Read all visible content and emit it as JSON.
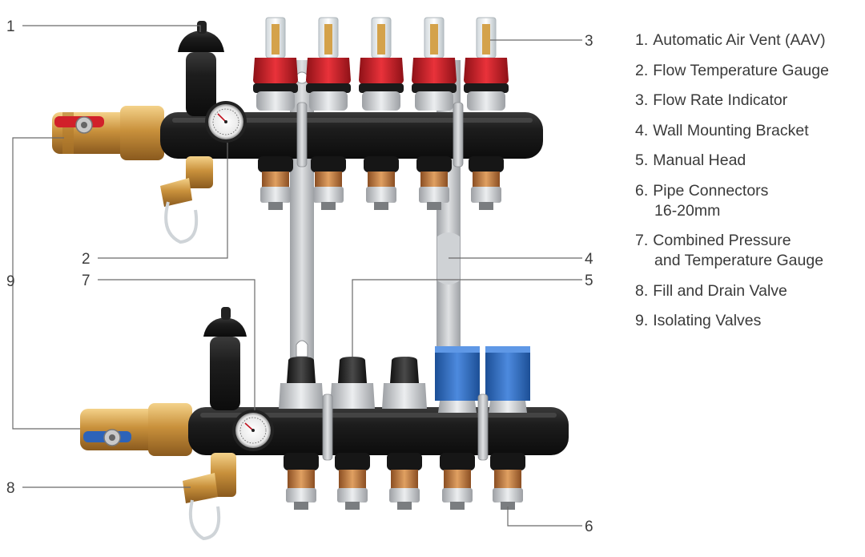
{
  "callouts": [
    "1",
    "2",
    "3",
    "4",
    "5",
    "6",
    "7",
    "8",
    "9"
  ],
  "legend": [
    {
      "num": "1.",
      "text": "Automatic Air Vent (AAV)",
      "cont": ""
    },
    {
      "num": "2.",
      "text": "Flow Temperature Gauge",
      "cont": ""
    },
    {
      "num": "3.",
      "text": "Flow Rate Indicator",
      "cont": ""
    },
    {
      "num": "4.",
      "text": "Wall Mounting Bracket",
      "cont": ""
    },
    {
      "num": "5.",
      "text": "Manual Head",
      "cont": ""
    },
    {
      "num": "6.",
      "text": "Pipe Connectors",
      "cont": "16-20mm"
    },
    {
      "num": "7.",
      "text": "Combined Pressure",
      "cont": "and Temperature Gauge"
    },
    {
      "num": "8.",
      "text": "Fill and Drain Valve",
      "cont": ""
    },
    {
      "num": "9.",
      "text": "Isolating Valves",
      "cont": ""
    }
  ],
  "colors": {
    "manifold_body": "#1c1c1c",
    "brass": "#c9913c",
    "copper": "#b8733a",
    "flow_indicator_red": "#d1202a",
    "manual_head_blue": "#2f6fc4",
    "bracket_steel": "#b9bcc0",
    "grey_cap": "#c8cbce"
  },
  "icons": {
    "top_valve_handle": "red-lever-handle",
    "bottom_valve_handle": "blue-lever-handle"
  }
}
